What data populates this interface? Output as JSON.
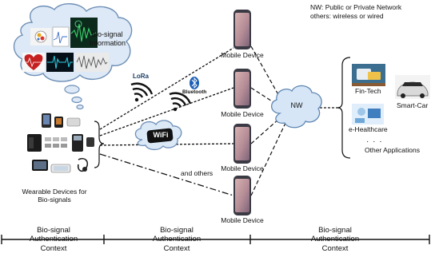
{
  "legend": {
    "line1": "NW: Public or Private Network",
    "line2": "others: wireless or wired"
  },
  "cloud_label": {
    "line1": "Bio-signal",
    "line2": "Information"
  },
  "protocols": {
    "lora": "LoRa",
    "bluetooth": "Bluetooth",
    "wifi": "WiFi",
    "others": "and others"
  },
  "mobile_label": "Mobile Device",
  "network_label": "NW",
  "wearable_label": {
    "line1": "Wearable Devices for",
    "line2": "Bio-signals"
  },
  "applications": {
    "fintech": "Fin-Tech",
    "smartcar": "Smart-Car",
    "ehealthcare": "e-Healthcare",
    "other": "Other Applications"
  },
  "context": {
    "line1": "Bio-signal",
    "line2": "Authentication",
    "line3": "Context"
  },
  "colors": {
    "phone_screen_top": "#c9a3a6",
    "phone_screen_bottom": "#8c6c78",
    "cloud_fill": "#dde9f6",
    "cloud_stroke": "#6e8fb6",
    "nw_fill": "#d6e6f6",
    "wifi_bg": "#111111"
  }
}
